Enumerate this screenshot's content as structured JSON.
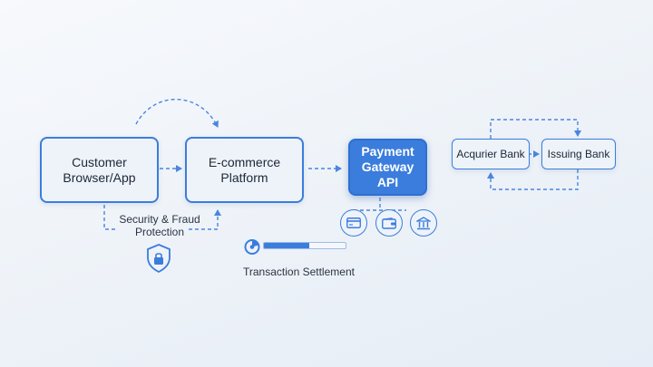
{
  "nodes": {
    "customer": "Customer\nBrowser/App",
    "ecommerce": "E-commerce\nPlatform",
    "gateway": "Payment\nGateway\nAPI",
    "acquirer": "Acqurier Bank",
    "issuing": "Issuing Bank"
  },
  "labels": {
    "security": "Security & Fraud\nProtection",
    "settlement": "Transaction Settlement"
  },
  "icons": {
    "payment_methods": [
      "card-icon",
      "wallet-icon",
      "bank-icon"
    ],
    "security": "lock-shield-icon",
    "settlement": "clock-icon"
  },
  "progress": {
    "settlement_fraction": 0.55
  },
  "colors": {
    "accent": "#3b7ddd",
    "node_fill": "#eef3fa",
    "arrow": "#4a86de"
  }
}
